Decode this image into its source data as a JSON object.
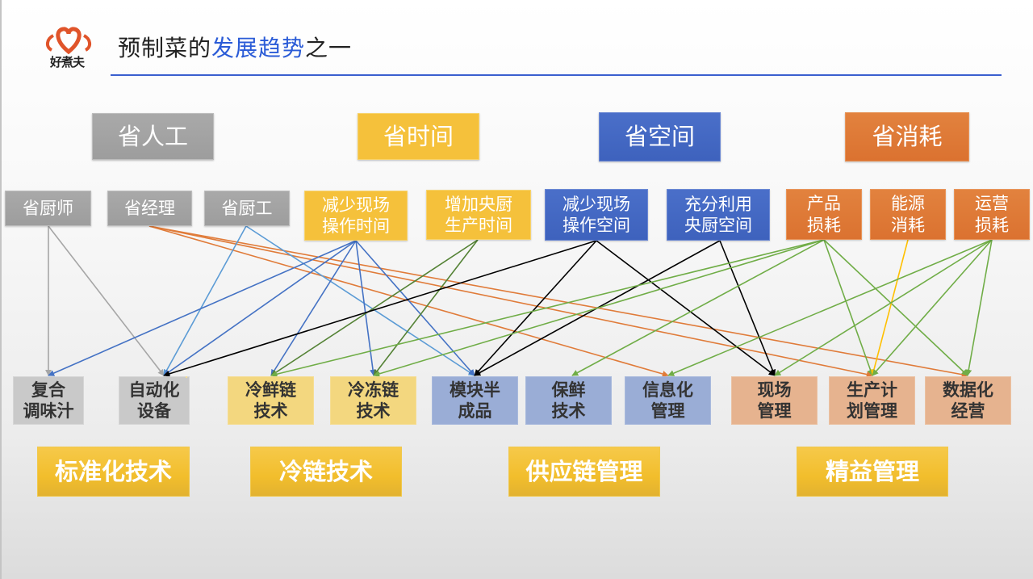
{
  "header": {
    "logo": {
      "brand_text": "好煮夫",
      "icon": "heart-flower-logo-icon"
    },
    "title_prefix": "预制菜的",
    "title_highlight": "发展趋势",
    "title_suffix": "之一",
    "colors": {
      "title_highlight": "#2a5bd7",
      "rule": "#3a5fcf"
    }
  },
  "categories": [
    {
      "id": "labor",
      "label": "省人工",
      "color": "gray",
      "subs": [
        {
          "id": "chef",
          "label": "省厨师"
        },
        {
          "id": "manager",
          "label": "省经理"
        },
        {
          "id": "worker",
          "label": "省厨工"
        }
      ]
    },
    {
      "id": "time",
      "label": "省时间",
      "color": "yellow",
      "subs": [
        {
          "id": "t1",
          "label": "减少现场\n操作时间"
        },
        {
          "id": "t2",
          "label": "增加央厨\n生产时间"
        }
      ]
    },
    {
      "id": "space",
      "label": "省空间",
      "color": "blue",
      "subs": [
        {
          "id": "s1",
          "label": "减少现场\n操作空间"
        },
        {
          "id": "s2",
          "label": "充分利用\n央厨空间"
        }
      ]
    },
    {
      "id": "cost",
      "label": "省消耗",
      "color": "orange",
      "subs": [
        {
          "id": "c1",
          "label": "产品\n损耗"
        },
        {
          "id": "c2",
          "label": "能源\n消耗"
        },
        {
          "id": "c3",
          "label": "运营\n损耗"
        }
      ]
    }
  ],
  "results": [
    {
      "id": "sauce",
      "label": "复合\n调味汁",
      "color": "gray"
    },
    {
      "id": "auto",
      "label": "自动化\n设备",
      "color": "gray"
    },
    {
      "id": "fresh",
      "label": "冷鲜链\n技术",
      "color": "yellow"
    },
    {
      "id": "frozen",
      "label": "冷冻链\n技术",
      "color": "yellow"
    },
    {
      "id": "module",
      "label": "模块半\n成品",
      "color": "blue"
    },
    {
      "id": "preserve",
      "label": "保鲜\n技术",
      "color": "blue"
    },
    {
      "id": "info",
      "label": "信息化\n管理",
      "color": "blue"
    },
    {
      "id": "site",
      "label": "现场\n管理",
      "color": "orange"
    },
    {
      "id": "plan",
      "label": "生产计\n划管理",
      "color": "orange"
    },
    {
      "id": "data",
      "label": "数据化\n经营",
      "color": "orange"
    }
  ],
  "groups": [
    {
      "id": "g1",
      "label": "标准化技术"
    },
    {
      "id": "g2",
      "label": "冷链技术"
    },
    {
      "id": "g3",
      "label": "供应链管理"
    },
    {
      "id": "g4",
      "label": "精益管理"
    }
  ],
  "line_colors": {
    "gray": "#a6a6a6",
    "orange": "#e07b39",
    "lightblue": "#5b9bd5",
    "blue": "#4472c4",
    "darkgreen": "#548235",
    "black": "#000000",
    "green": "#70ad47",
    "yellow": "#ffc000"
  },
  "connections": [
    {
      "from": "chef",
      "to": "sauce",
      "color": "gray"
    },
    {
      "from": "chef",
      "to": "auto",
      "color": "gray"
    },
    {
      "from": "manager",
      "to": "info",
      "color": "orange"
    },
    {
      "from": "manager",
      "to": "plan",
      "color": "orange"
    },
    {
      "from": "manager",
      "to": "data",
      "color": "orange"
    },
    {
      "from": "worker",
      "to": "auto",
      "color": "lightblue"
    },
    {
      "from": "worker",
      "to": "module",
      "color": "lightblue"
    },
    {
      "from": "t1",
      "to": "sauce",
      "color": "blue"
    },
    {
      "from": "t1",
      "to": "auto",
      "color": "blue"
    },
    {
      "from": "t1",
      "to": "fresh",
      "color": "blue"
    },
    {
      "from": "t1",
      "to": "frozen",
      "color": "blue"
    },
    {
      "from": "t1",
      "to": "module",
      "color": "blue"
    },
    {
      "from": "t2",
      "to": "fresh",
      "color": "darkgreen"
    },
    {
      "from": "t2",
      "to": "frozen",
      "color": "darkgreen"
    },
    {
      "from": "s1",
      "to": "auto",
      "color": "black"
    },
    {
      "from": "s1",
      "to": "module",
      "color": "black"
    },
    {
      "from": "s1",
      "to": "site",
      "color": "black"
    },
    {
      "from": "s2",
      "to": "module",
      "color": "black"
    },
    {
      "from": "s2",
      "to": "site",
      "color": "black"
    },
    {
      "from": "c1",
      "to": "fresh",
      "color": "green"
    },
    {
      "from": "c1",
      "to": "frozen",
      "color": "green"
    },
    {
      "from": "c1",
      "to": "preserve",
      "color": "green"
    },
    {
      "from": "c1",
      "to": "plan",
      "color": "green"
    },
    {
      "from": "c1",
      "to": "data",
      "color": "green"
    },
    {
      "from": "c2",
      "to": "plan",
      "color": "yellow"
    },
    {
      "from": "c3",
      "to": "info",
      "color": "green"
    },
    {
      "from": "c3",
      "to": "site",
      "color": "green"
    },
    {
      "from": "c3",
      "to": "plan",
      "color": "green"
    },
    {
      "from": "c3",
      "to": "data",
      "color": "green"
    }
  ]
}
